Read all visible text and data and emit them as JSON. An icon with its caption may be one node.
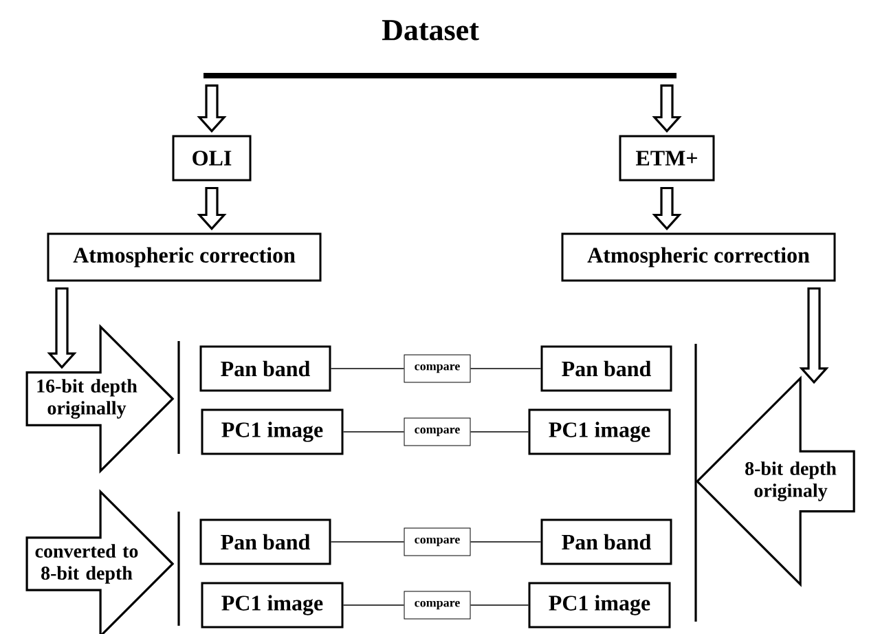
{
  "diagram": {
    "title": "Dataset",
    "nodes": [
      {
        "text": [],
        "shape": "bar"
      },
      {
        "text": [
          "OLI"
        ]
      },
      {
        "text": [
          "ETM+"
        ]
      },
      {
        "text": [
          "Atmospheric correction"
        ]
      },
      {
        "text": [
          "Atmospheric correction"
        ]
      },
      {
        "text": [
          "16-bit depth originally"
        ]
      },
      {
        "text": [
          "Pan band"
        ]
      },
      {
        "text": [
          "compare"
        ]
      },
      {
        "text": [
          "Pan band"
        ]
      },
      {
        "text": [
          "PC1 image"
        ]
      },
      {
        "text": [
          "compare"
        ]
      },
      {
        "text": [
          "PC1 image"
        ]
      },
      {
        "text": [
          "converted to 8-bit depth"
        ]
      },
      {
        "text": [
          "Pan band"
        ]
      },
      {
        "text": [
          "compare"
        ]
      },
      {
        "text": [
          "Pan band"
        ]
      },
      {
        "text": [
          "PC1 image"
        ]
      },
      {
        "text": [
          "compare"
        ]
      },
      {
        "text": [
          "PC1 image"
        ]
      },
      {
        "text": [
          "8-bit depth originaly"
        ]
      }
    ],
    "edges": [
      {
        "from": 0,
        "to": 1,
        "arrow": "to"
      },
      {
        "from": 0,
        "to": 2,
        "arrow": "to"
      },
      {
        "from": 1,
        "to": 3,
        "arrow": "to"
      },
      {
        "from": 2,
        "to": 4,
        "arrow": "to"
      },
      {
        "from": 3,
        "to": 5,
        "arrow": "to"
      },
      {
        "from": 4,
        "to": 19,
        "arrow": "to"
      },
      {
        "from": 6,
        "to": 7,
        "arrow": "none"
      },
      {
        "from": 7,
        "to": 8,
        "arrow": "none"
      },
      {
        "from": 9,
        "to": 10,
        "arrow": "none"
      },
      {
        "from": 10,
        "to": 11,
        "arrow": "none"
      },
      {
        "from": 13,
        "to": 14,
        "arrow": "none"
      },
      {
        "from": 14,
        "to": 15,
        "arrow": "none"
      },
      {
        "from": 16,
        "to": 17,
        "arrow": "none"
      },
      {
        "from": 17,
        "to": 18,
        "arrow": "none"
      }
    ]
  }
}
